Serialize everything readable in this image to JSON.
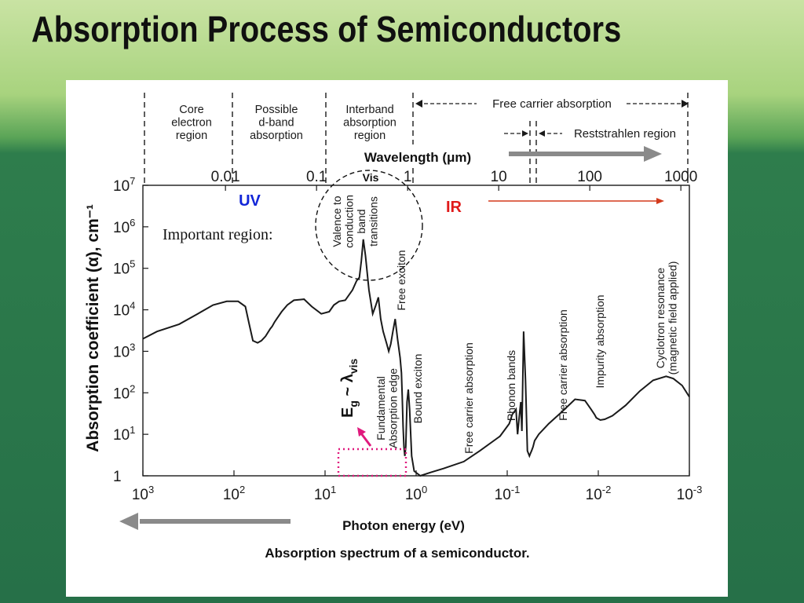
{
  "slide": {
    "title": "Absorption Process of Semiconductors",
    "caption": "Absorption spectrum of a semiconductor.",
    "accent_gray": "#8a8a8a",
    "ir_arrow_color": "#d33a1c",
    "marker_color": "#e0197d"
  },
  "chart_data": {
    "type": "line",
    "title": "",
    "xlabel": "Photon energy (eV)",
    "ylabel": "Absorption coefficient (α), cm⁻¹",
    "top_axis_label": "Wavelength (μm)",
    "x_scale": "log",
    "x_direction": "decreasing",
    "y_scale": "log",
    "xlim": [
      1000,
      0.001
    ],
    "ylim": [
      1,
      10000000
    ],
    "x_ticks": [
      {
        "value": 1000,
        "base": "10",
        "exp": "3"
      },
      {
        "value": 100,
        "base": "10",
        "exp": "2"
      },
      {
        "value": 10,
        "base": "10",
        "exp": "1"
      },
      {
        "value": 1,
        "base": "10",
        "exp": "0"
      },
      {
        "value": 0.1,
        "base": "10",
        "exp": "-1"
      },
      {
        "value": 0.01,
        "base": "10",
        "exp": "-2"
      },
      {
        "value": 0.001,
        "base": "10",
        "exp": "-3"
      }
    ],
    "y_ticks": [
      {
        "value": 1,
        "base": "1",
        "exp": ""
      },
      {
        "value": 10,
        "base": "10",
        "exp": "1"
      },
      {
        "value": 100,
        "base": "10",
        "exp": "2"
      },
      {
        "value": 1000,
        "base": "10",
        "exp": "3"
      },
      {
        "value": 10000,
        "base": "10",
        "exp": "4"
      },
      {
        "value": 100000,
        "base": "10",
        "exp": "5"
      },
      {
        "value": 1000000,
        "base": "10",
        "exp": "6"
      },
      {
        "value": 10000000,
        "base": "10",
        "exp": "7"
      }
    ],
    "top_ticks": [
      {
        "energy": 124,
        "label": "0.01"
      },
      {
        "energy": 12.4,
        "label": "0.1"
      },
      {
        "energy": 1.24,
        "label": "1"
      },
      {
        "energy": 0.124,
        "label": "10"
      },
      {
        "energy": 0.0124,
        "label": "100"
      },
      {
        "energy": 0.00124,
        "label": "1000"
      }
    ],
    "series": [
      {
        "x": [
          1000,
          700,
          400,
          250,
          170,
          120,
          90,
          75,
          68,
          62,
          55,
          50,
          45,
          40,
          38,
          36,
          34,
          30,
          26,
          22,
          17,
          14,
          11,
          9,
          8,
          7,
          6,
          5,
          4.5,
          4.2,
          4.0,
          3.8,
          3.6,
          3.3,
          3.0,
          2.8,
          2.6,
          2.45,
          2.3,
          2.1,
          2.0,
          1.9,
          1.8,
          1.7,
          1.6,
          1.5,
          1.45,
          1.42,
          1.39,
          1.36,
          1.33,
          1.3,
          1.26,
          1.22,
          1.18,
          1.12,
          1.05,
          0.9,
          0.7,
          0.5,
          0.3,
          0.2,
          0.12,
          0.095,
          0.088,
          0.08,
          0.077,
          0.074,
          0.071,
          0.069,
          0.066,
          0.063,
          0.06,
          0.057,
          0.0555,
          0.054,
          0.052,
          0.05,
          0.045,
          0.035,
          0.025,
          0.018,
          0.014,
          0.012,
          0.011,
          0.0105,
          0.0095,
          0.0085,
          0.007,
          0.005,
          0.0035,
          0.0025,
          0.0018,
          0.0015,
          0.0012,
          0.001
        ],
        "y": [
          2000,
          3000,
          4500,
          8000,
          13000,
          16000,
          16000,
          12000,
          4500,
          1800,
          1600,
          1800,
          2300,
          3500,
          4000,
          5000,
          6000,
          9000,
          13000,
          17000,
          18000,
          12000,
          8000,
          9000,
          13000,
          16000,
          17000,
          30000,
          50000,
          60000,
          150000,
          500000,
          200000,
          30000,
          8000,
          12000,
          20000,
          6000,
          3000,
          1500,
          1000,
          1500,
          3000,
          6000,
          2000,
          700,
          300,
          80,
          15,
          5,
          3,
          5,
          60,
          120,
          40,
          3,
          1.3,
          1,
          1.2,
          1.5,
          2.2,
          4,
          9,
          18,
          30,
          40,
          10,
          25,
          60,
          12,
          3000,
          200,
          4,
          3,
          3.5,
          4,
          5,
          7,
          10,
          18,
          35,
          70,
          65,
          40,
          30,
          25,
          22,
          23,
          28,
          50,
          110,
          200,
          250,
          220,
          150,
          80
        ]
      }
    ],
    "regions": [
      {
        "label": "Core electron region",
        "lines": [
          "Core",
          "electron",
          "region"
        ]
      },
      {
        "label": "Possible d-band absorption",
        "lines": [
          "Possible",
          "d-band",
          "absorption"
        ]
      },
      {
        "label": "Interband absorption region",
        "lines": [
          "Interband",
          "absorption",
          "region"
        ]
      },
      {
        "label": "Free carrier absorption",
        "lines": [
          "Free carrier absorption"
        ]
      },
      {
        "label": "Reststrahlen region",
        "lines": [
          "Reststrahlen region"
        ]
      }
    ],
    "annotations": {
      "valence": [
        "Valence to",
        "conduction",
        "band",
        "transitions"
      ],
      "free_exciton": "Free exciton",
      "fundamental": [
        "Fundamental",
        "Absorption edge"
      ],
      "bound_exciton": "Bound exciton",
      "free_carrier_1": "Free carrier absorption",
      "phonon_bands": "Phonon bands",
      "free_carrier_2": "Free carrier absorption",
      "impurity": "Impurity absorption",
      "cyclotron": [
        "Cyclotron resonance",
        "(magnetic field applied)"
      ]
    },
    "overlay_labels": {
      "uv": "UV",
      "vis": "Vis",
      "ir": "IR",
      "important": "Important region:",
      "eg_E": "E",
      "eg_sub": "g",
      "eg_tilde": " ~ ",
      "lambda": "λ",
      "lambda_sub": "vis",
      "uv_color": "#1226d8",
      "ir_color": "#e01a1a"
    }
  }
}
